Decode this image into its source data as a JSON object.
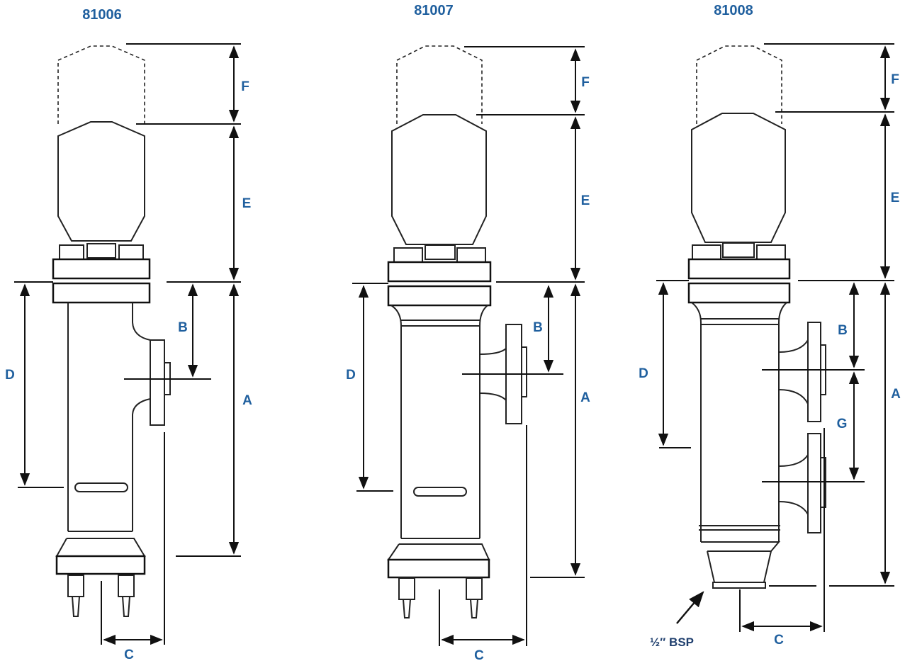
{
  "models": [
    {
      "title": "81006",
      "labels": {
        "A": "A",
        "B": "B",
        "C": "C",
        "D": "D",
        "E": "E",
        "F": "F"
      }
    },
    {
      "title": "81007",
      "labels": {
        "A": "A",
        "B": "B",
        "C": "C",
        "D": "D",
        "E": "E",
        "F": "F"
      }
    },
    {
      "title": "81008",
      "labels": {
        "A": "A",
        "B": "B",
        "C": "C",
        "D": "D",
        "E": "E",
        "F": "F",
        "G": "G"
      },
      "note": "½″ BSP"
    }
  ],
  "colors": {
    "label": "#1f5f9e",
    "line": "#111111"
  }
}
